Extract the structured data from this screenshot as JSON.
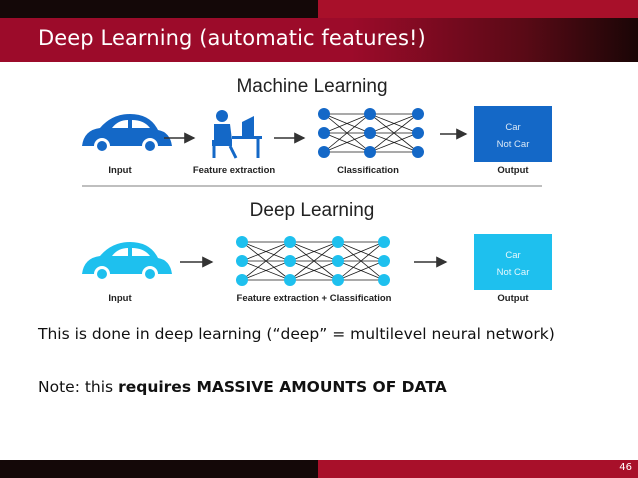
{
  "slide": {
    "title": "Deep Learning (automatic features!)",
    "page_number": "46"
  },
  "diagram": {
    "ml_heading": "Machine Learning",
    "dl_heading": "Deep Learning",
    "ml_labels": {
      "input": "Input",
      "feature_extraction": "Feature extraction",
      "classification": "Classification",
      "output": "Output"
    },
    "dl_labels": {
      "input": "Input",
      "feature_classification": "Feature extraction + Classification",
      "output": "Output"
    },
    "output_box": {
      "line1": "Car",
      "line2": "Not Car"
    },
    "colors": {
      "ml_blue": "#1468c7",
      "dl_cyan": "#1ec0ee"
    }
  },
  "body": {
    "line1": "This is done in deep learning (“deep” = multilevel neural network)",
    "line2_prefix": "Note: this ",
    "line2_bold": "requires MASSIVE AMOUNTS OF DATA"
  }
}
